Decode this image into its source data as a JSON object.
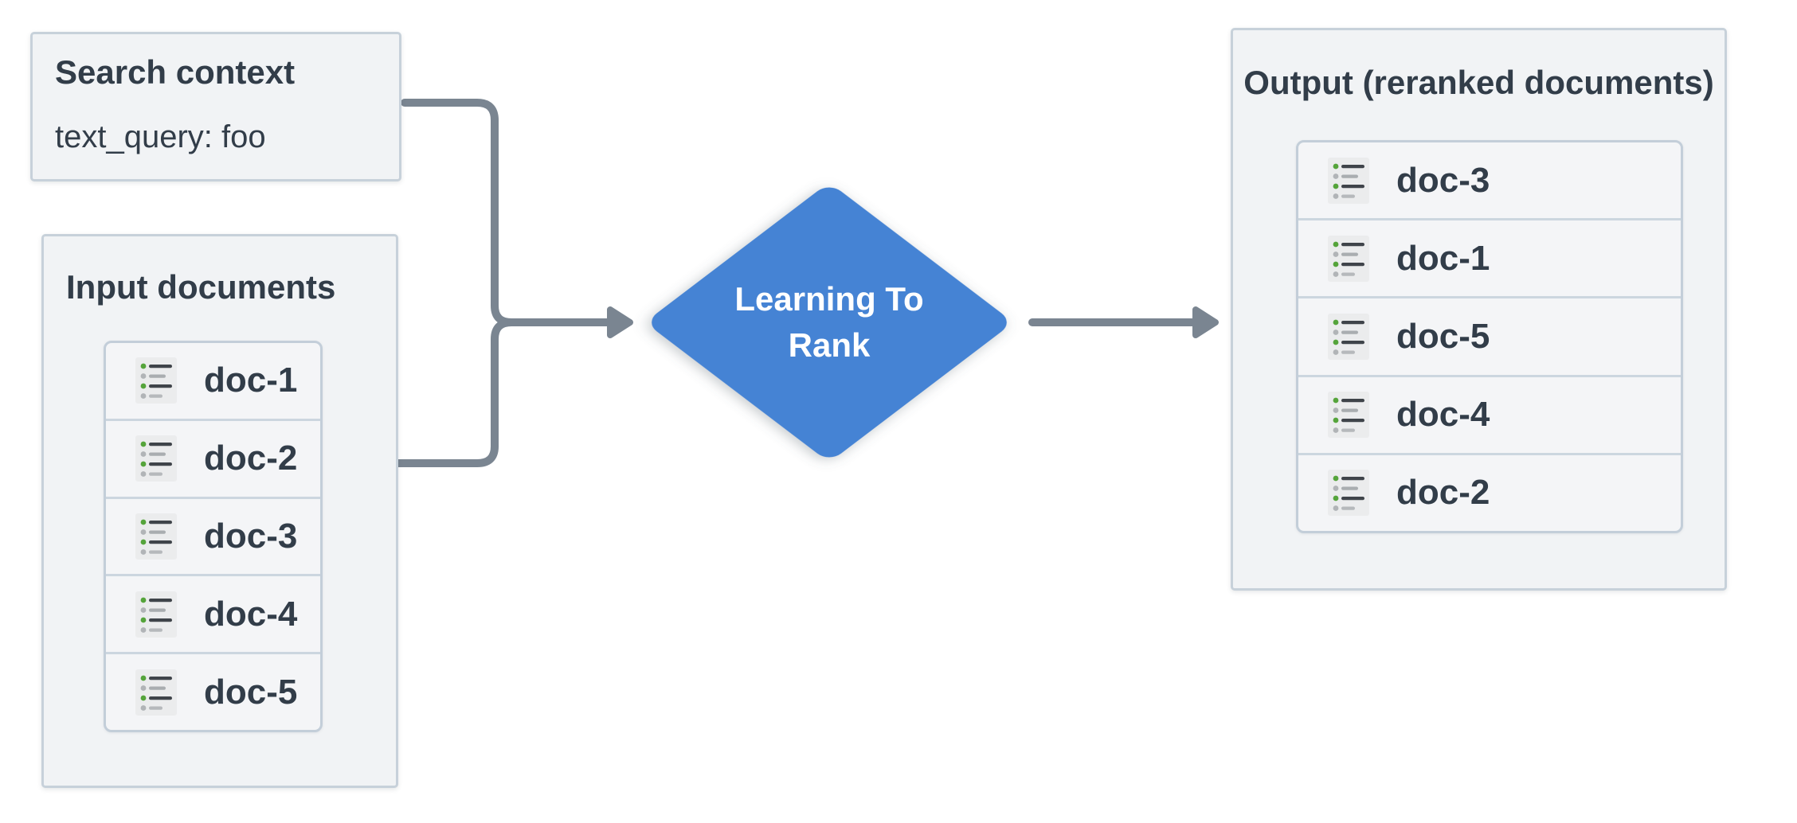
{
  "search_context": {
    "title": "Search context",
    "query_line": "text_query: foo"
  },
  "input_documents": {
    "title": "Input documents",
    "docs": [
      "doc-1",
      "doc-2",
      "doc-3",
      "doc-4",
      "doc-5"
    ]
  },
  "output": {
    "title": "Output (reranked documents)",
    "docs": [
      "doc-3",
      "doc-1",
      "doc-5",
      "doc-4",
      "doc-2"
    ]
  },
  "processor": {
    "label": "Learning To Rank",
    "shape": "diamond"
  },
  "icons": {
    "doc_row_icon": "list-icon"
  },
  "colors": {
    "processor_fill": "#4583d4",
    "arrow": "#7a8591",
    "panel_bg": "#f1f3f5",
    "panel_border": "#c7d1da",
    "text": "#323d49",
    "icon_green": "#55a43b"
  }
}
